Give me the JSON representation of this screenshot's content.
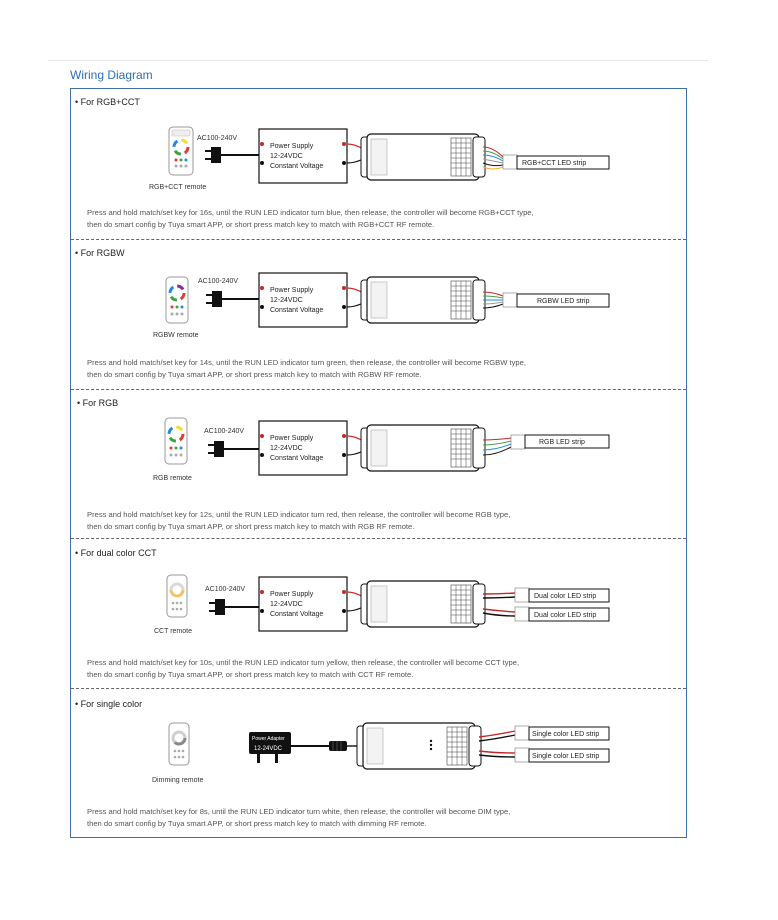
{
  "page_title": "Wiring Diagram",
  "sections": [
    {
      "heading": "• For RGB+CCT",
      "remote_label": "RGB+CCT remote",
      "ac_label": "AC100-240V",
      "psu_lines": [
        "Power Supply",
        "12-24VDC",
        "Constant Voltage"
      ],
      "strip_labels": [
        "RGB+CCT LED strip"
      ],
      "desc_lines": [
        "Press and hold match/set key for 16s, until the RUN LED indicator turn blue, then release, the controller will become RGB+CCT type,",
        "then do  smart  config by  Tuya smart APP, or  short press match key to match  with RGB+CCT  RF  remote."
      ]
    },
    {
      "heading": "• For RGBW",
      "remote_label": "RGBW remote",
      "ac_label": "AC100-240V",
      "psu_lines": [
        "Power Supply",
        "12-24VDC",
        "Constant Voltage"
      ],
      "strip_labels": [
        "RGBW LED strip"
      ],
      "desc_lines": [
        "Press and hold match/set key for 14s, until the RUN LED indicator turn green, then release, the controller will become RGBW type,",
        "then do  smart  config by  Tuya smart APP, or  short press match key to match  with RGBW  RF  remote."
      ]
    },
    {
      "heading": "• For RGB",
      "remote_label": "RGB remote",
      "ac_label": "AC100-240V",
      "psu_lines": [
        "Power Supply",
        "12-24VDC",
        "Constant Voltage"
      ],
      "strip_labels": [
        "RGB LED strip"
      ],
      "desc_lines": [
        "Press and hold match/set key for 12s, until the RUN LED indicator turn red, then release, the controller will become RGB type,",
        "then do  smart  config by  Tuya smart APP, or  short press match key to match  with RGB  RF  remote."
      ]
    },
    {
      "heading": "• For dual color CCT",
      "remote_label": "CCT remote",
      "ac_label": "AC100-240V",
      "psu_lines": [
        "Power Supply",
        "12-24VDC",
        "Constant Voltage"
      ],
      "strip_labels": [
        "Dual color LED strip",
        "Dual color LED strip"
      ],
      "desc_lines": [
        "Press and hold match/set key for 10s, until the RUN LED indicator turn yellow, then release, the controller will become CCT type,",
        "then do  smart  config by  Tuya smart APP, or  short press match key to match  with CCT  RF  remote."
      ]
    },
    {
      "heading": "• For single color",
      "remote_label": "Dimming remote",
      "adapter_lines": [
        "Power Adapter",
        "12-24VDC"
      ],
      "strip_labels": [
        "Single color LED strip",
        "Single color LED strip"
      ],
      "desc_lines": [
        "Press and hold match/set key for 8s, until the RUN LED indicator turn white, then release, the controller will become DIM type,",
        "then do  smart  config by  Tuya smart APP, or  short press match key to match with dimming  RF  remote."
      ]
    }
  ],
  "colors": {
    "title_blue": "#2e6eb0",
    "frame_blue": "#3f6fa3",
    "wire_red": "#c62828",
    "wire_black": "#222222"
  }
}
